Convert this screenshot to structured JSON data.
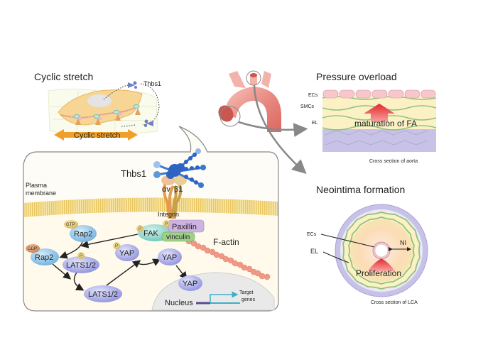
{
  "panels": {
    "cyclic_stretch": {
      "title": "Cyclic stretch",
      "thbs1_label": "Thbs1",
      "arrow_label": "Cyclic stretch"
    },
    "signaling": {
      "thbs1_label": "Thbs1",
      "plasma_membrane_line1": "Plasma",
      "plasma_membrane_line2": "membrane",
      "integrin_alpha": "αv",
      "integrin_beta": "β1",
      "integrin_label": "Integrin",
      "nodes": {
        "rap2_gtp": "Rap2",
        "gtp_badge": "GTP",
        "rap2_gdp": "Rap2",
        "gdp_badge": "GDP",
        "fak": "FAK",
        "paxillin": "Paxillin",
        "vinculin": "vinculin",
        "lats_p": "LATS1/2",
        "lats": "LATS1/2",
        "yap_p": "YAP",
        "yap": "YAP",
        "yap_nuclear": "YAP",
        "phospho_badge": "P"
      },
      "f_actin_label": "F-actin",
      "nucleus_label": "Nucleus",
      "target_genes_line1": "Target",
      "target_genes_line2": "genes"
    },
    "pressure_overload": {
      "title": "Pressure overload",
      "layer_labels": [
        "ECs",
        "SMCs",
        "EL"
      ],
      "arrow_label": "maturation of FA",
      "caption": "Cross section of aorta"
    },
    "neointima": {
      "title": "Neointima formation",
      "ecs_label": "ECs",
      "el_label": "EL",
      "ni_label": "NI",
      "arrow_label": "Proliferation",
      "caption": "Cross section of LCA"
    }
  },
  "colors": {
    "membrane": "#f2d680",
    "cell_body": "#f6d595",
    "node_blue": "#9ec9ea",
    "node_violet": "#b5b8ec",
    "node_teal": "#8fd6cc",
    "paxillin": "#cdb3e0",
    "vinculin": "#9fd08a",
    "p_badge": "#f1d37a",
    "gdp_badge": "#e2966b",
    "f_actin": "#f09a86",
    "arrow_orange": "#f0a02a",
    "red_arrow": "#e3282c",
    "ec_pink": "#f6c8cc",
    "smc_yellow": "#fbf1c4",
    "el_green": "#8fc27c",
    "adventitia": "#c7c2e6",
    "aorta": "#e98b82"
  }
}
